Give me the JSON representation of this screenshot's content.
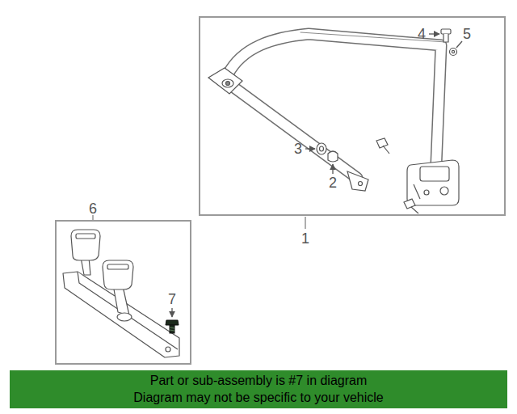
{
  "diagram": {
    "nodes": [
      {
        "text": [
          "1"
        ]
      },
      {
        "text": [
          "6"
        ]
      },
      {
        "text": [
          "Part or sub-assembly is #7 in diagram",
          "Diagram may not be specific to your vehicle"
        ]
      }
    ],
    "labels": [
      "4",
      "5",
      "3",
      "2",
      "7"
    ]
  }
}
